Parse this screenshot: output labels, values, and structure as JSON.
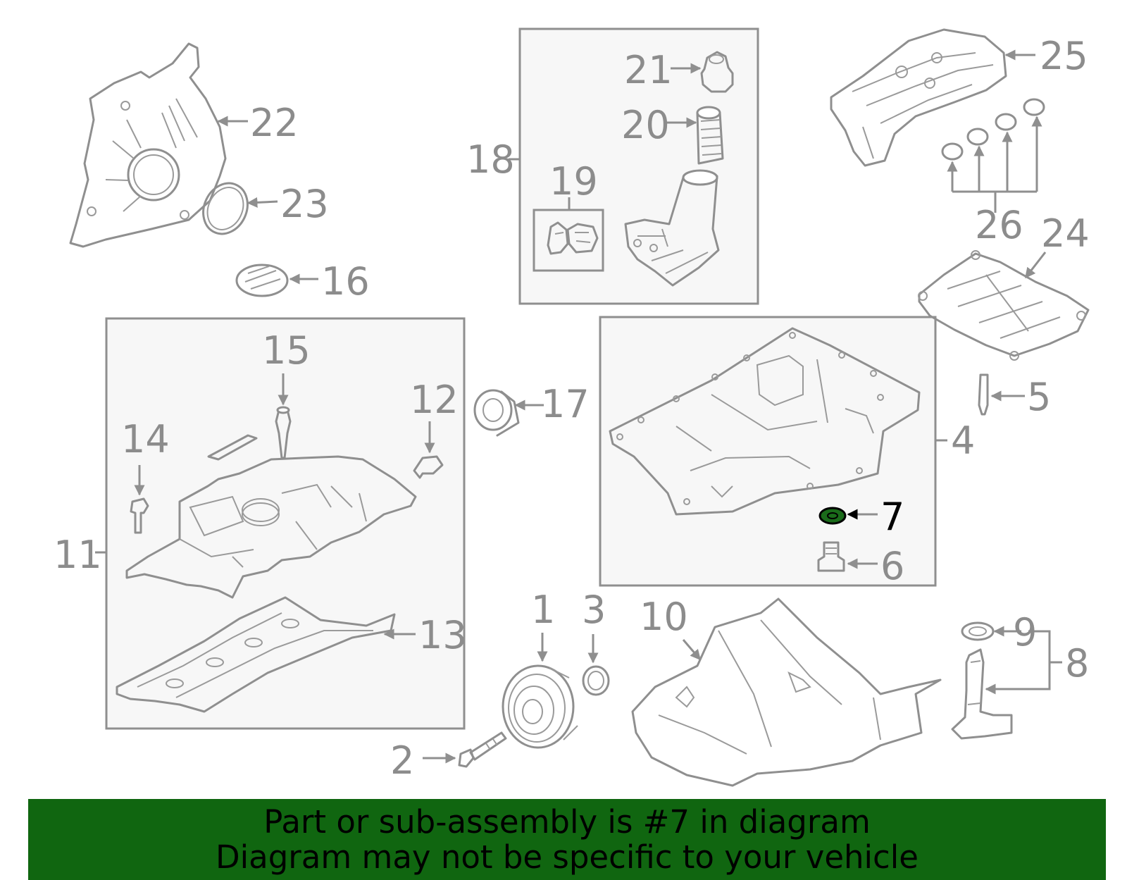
{
  "colors": {
    "line": "#8f8f8f",
    "label": "#8c8c8c",
    "highlight_part": "#1a6b1a",
    "highlight_label": "#000000",
    "banner_bg": "#106610",
    "box_fill": "#f7f7f7"
  },
  "labels": {
    "l1": "1",
    "l2": "2",
    "l3": "3",
    "l4": "4",
    "l5": "5",
    "l6": "6",
    "l7": "7",
    "l8": "8",
    "l9": "9",
    "l10": "10",
    "l11": "11",
    "l12": "12",
    "l13": "13",
    "l14": "14",
    "l15": "15",
    "l16": "16",
    "l17": "17",
    "l18": "18",
    "l19": "19",
    "l20": "20",
    "l21": "21",
    "l22": "22",
    "l23": "23",
    "l24": "24",
    "l25": "25",
    "l26": "26"
  },
  "highlighted_part": "7",
  "banner": {
    "line1": "Part or sub-assembly is #7 in diagram",
    "line2": "Diagram may not be specific to your vehicle"
  }
}
